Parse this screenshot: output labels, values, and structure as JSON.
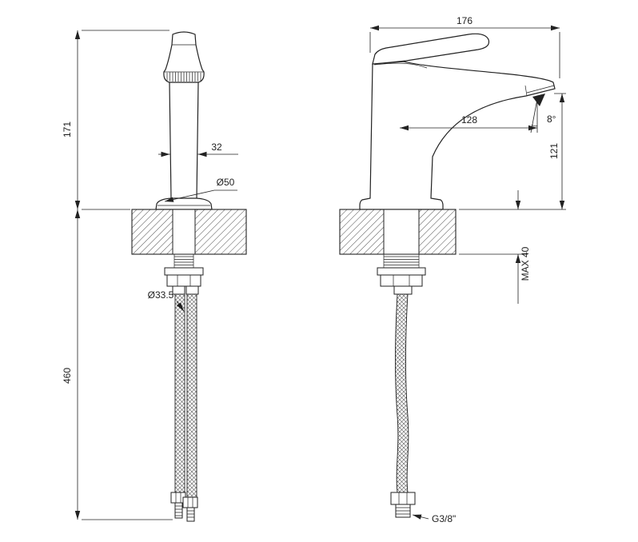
{
  "drawing_title": "single-lever basin mixer technical drawing",
  "views": {
    "front": {
      "dim_height_above_deck": "171",
      "dim_hose_length": "460",
      "dim_body_width": "32",
      "dim_base_diameter": "Ø50",
      "dim_shank_diameter": "Ø33.5"
    },
    "side": {
      "dim_overall_depth": "176",
      "dim_spout_reach": "128",
      "dim_spray_angle": "8°",
      "dim_spout_height": "121",
      "dim_max_deck_thickness": "MAX 40",
      "dim_hose_thread": "G3/8\""
    }
  },
  "colors": {
    "line": "#222222",
    "background": "#ffffff"
  }
}
